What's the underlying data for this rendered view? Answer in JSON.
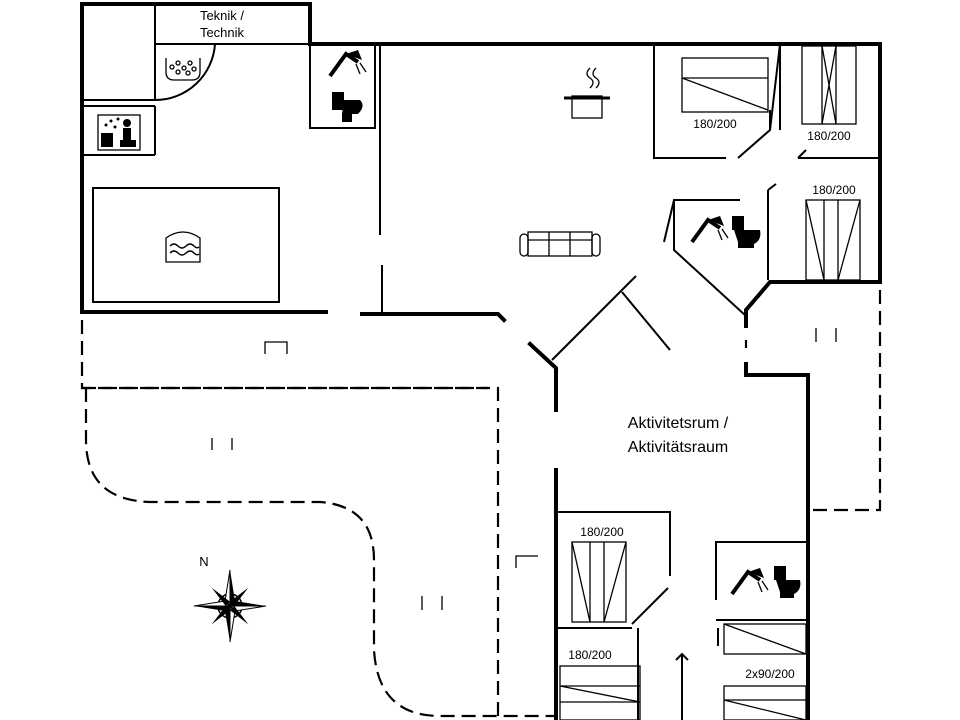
{
  "rooms": {
    "teknik_line1": "Teknik /",
    "teknik_line2": "Technik",
    "aktivitet_line1": "Aktivitetsrum /",
    "aktivitet_line2": "Aktivitätsraum"
  },
  "beds": {
    "bed_top_middle": "180/200",
    "bed_top_right": "180/200",
    "bed_right": "180/200",
    "bed_lower_middle": "180/200",
    "bed_lower_left": "180/200",
    "bed_lower_right": "2x90/200"
  },
  "compass": {
    "north": "N"
  },
  "icons": [
    "jacuzzi-icon",
    "sauna-icon",
    "pool-icon",
    "shower-icon",
    "toilet-icon",
    "kitchen-pot-icon",
    "sofa-icon",
    "compass-icon"
  ]
}
